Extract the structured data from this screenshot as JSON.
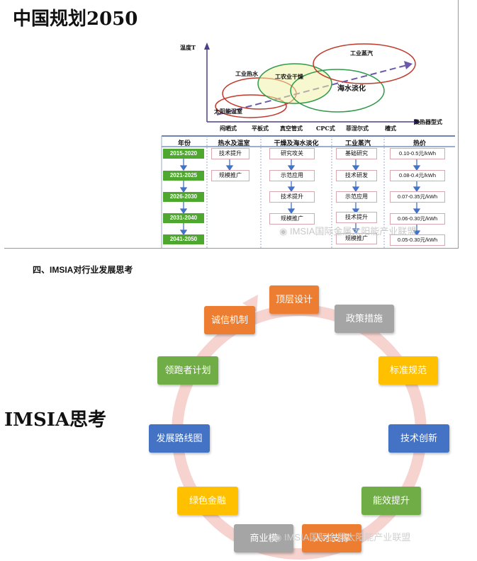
{
  "slide1": {
    "title": "中国规划2050",
    "chart": {
      "y_axis_label": "温度T",
      "x_axis_label": "集热器型式",
      "x_categories": [
        "闷晒式",
        "平板式",
        "真空管式",
        "CPC式",
        "菲涅尔式",
        "槽式"
      ],
      "ellipses": [
        {
          "label": "太阳能温室",
          "color": "#c0392b"
        },
        {
          "label": "工业热水",
          "color": "#c0392b"
        },
        {
          "label": "工农业干燥",
          "color": "#2e9a4a"
        },
        {
          "label": "海水淡化",
          "color": "#2e9a4a"
        },
        {
          "label": "工业蒸汽",
          "color": "#c0392b"
        }
      ]
    },
    "table": {
      "year_header": "年份",
      "years": [
        "2015-2020",
        "2021-2025",
        "2026-2030",
        "2031-2040",
        "2041-2050"
      ],
      "columns": [
        {
          "header": "热水及温室",
          "items": [
            "技术提升",
            "规模推广"
          ]
        },
        {
          "header": "干燥及海水淡化",
          "items": [
            "研究攻关",
            "示范应用",
            "技术提升",
            "规模推广"
          ]
        },
        {
          "header": "工业蒸汽",
          "items": [
            "基础研究",
            "技术研发",
            "示范应用",
            "技术提升",
            "规模推广"
          ]
        }
      ],
      "price_header": "热价",
      "prices": [
        "0.10-0.5元/kWh",
        "0.08-0.4元/kWh",
        "0.07-0.35元/kWh",
        "0.06-0.30元/kWh",
        "0.05-0.30元/kWh"
      ]
    },
    "watermark": "IMSIA国际金属太阳能产业联盟"
  },
  "section_heading": "四、IMSIA对行业发展思考",
  "left_title": "IMSIA思考",
  "cycle": {
    "items": [
      {
        "label": "顶层设计",
        "color": "#ed7d31"
      },
      {
        "label": "政策措施",
        "color": "#a5a5a5"
      },
      {
        "label": "标准规范",
        "color": "#ffc000"
      },
      {
        "label": "技术创新",
        "color": "#4472c4"
      },
      {
        "label": "能效提升",
        "color": "#70ad47"
      },
      {
        "label": "人才支撑",
        "color": "#ed7d31"
      },
      {
        "label": "商业模",
        "color": "#a5a5a5"
      },
      {
        "label": "绿色金融",
        "color": "#ffc000"
      },
      {
        "label": "发展路线图",
        "color": "#4472c4"
      },
      {
        "label": "领跑者计划",
        "color": "#70ad47"
      },
      {
        "label": "诚信机制",
        "color": "#ed7d31"
      }
    ],
    "ring_color": "#f6d3cf"
  },
  "watermark2": "IMSIA国际金属太阳能产业联盟"
}
